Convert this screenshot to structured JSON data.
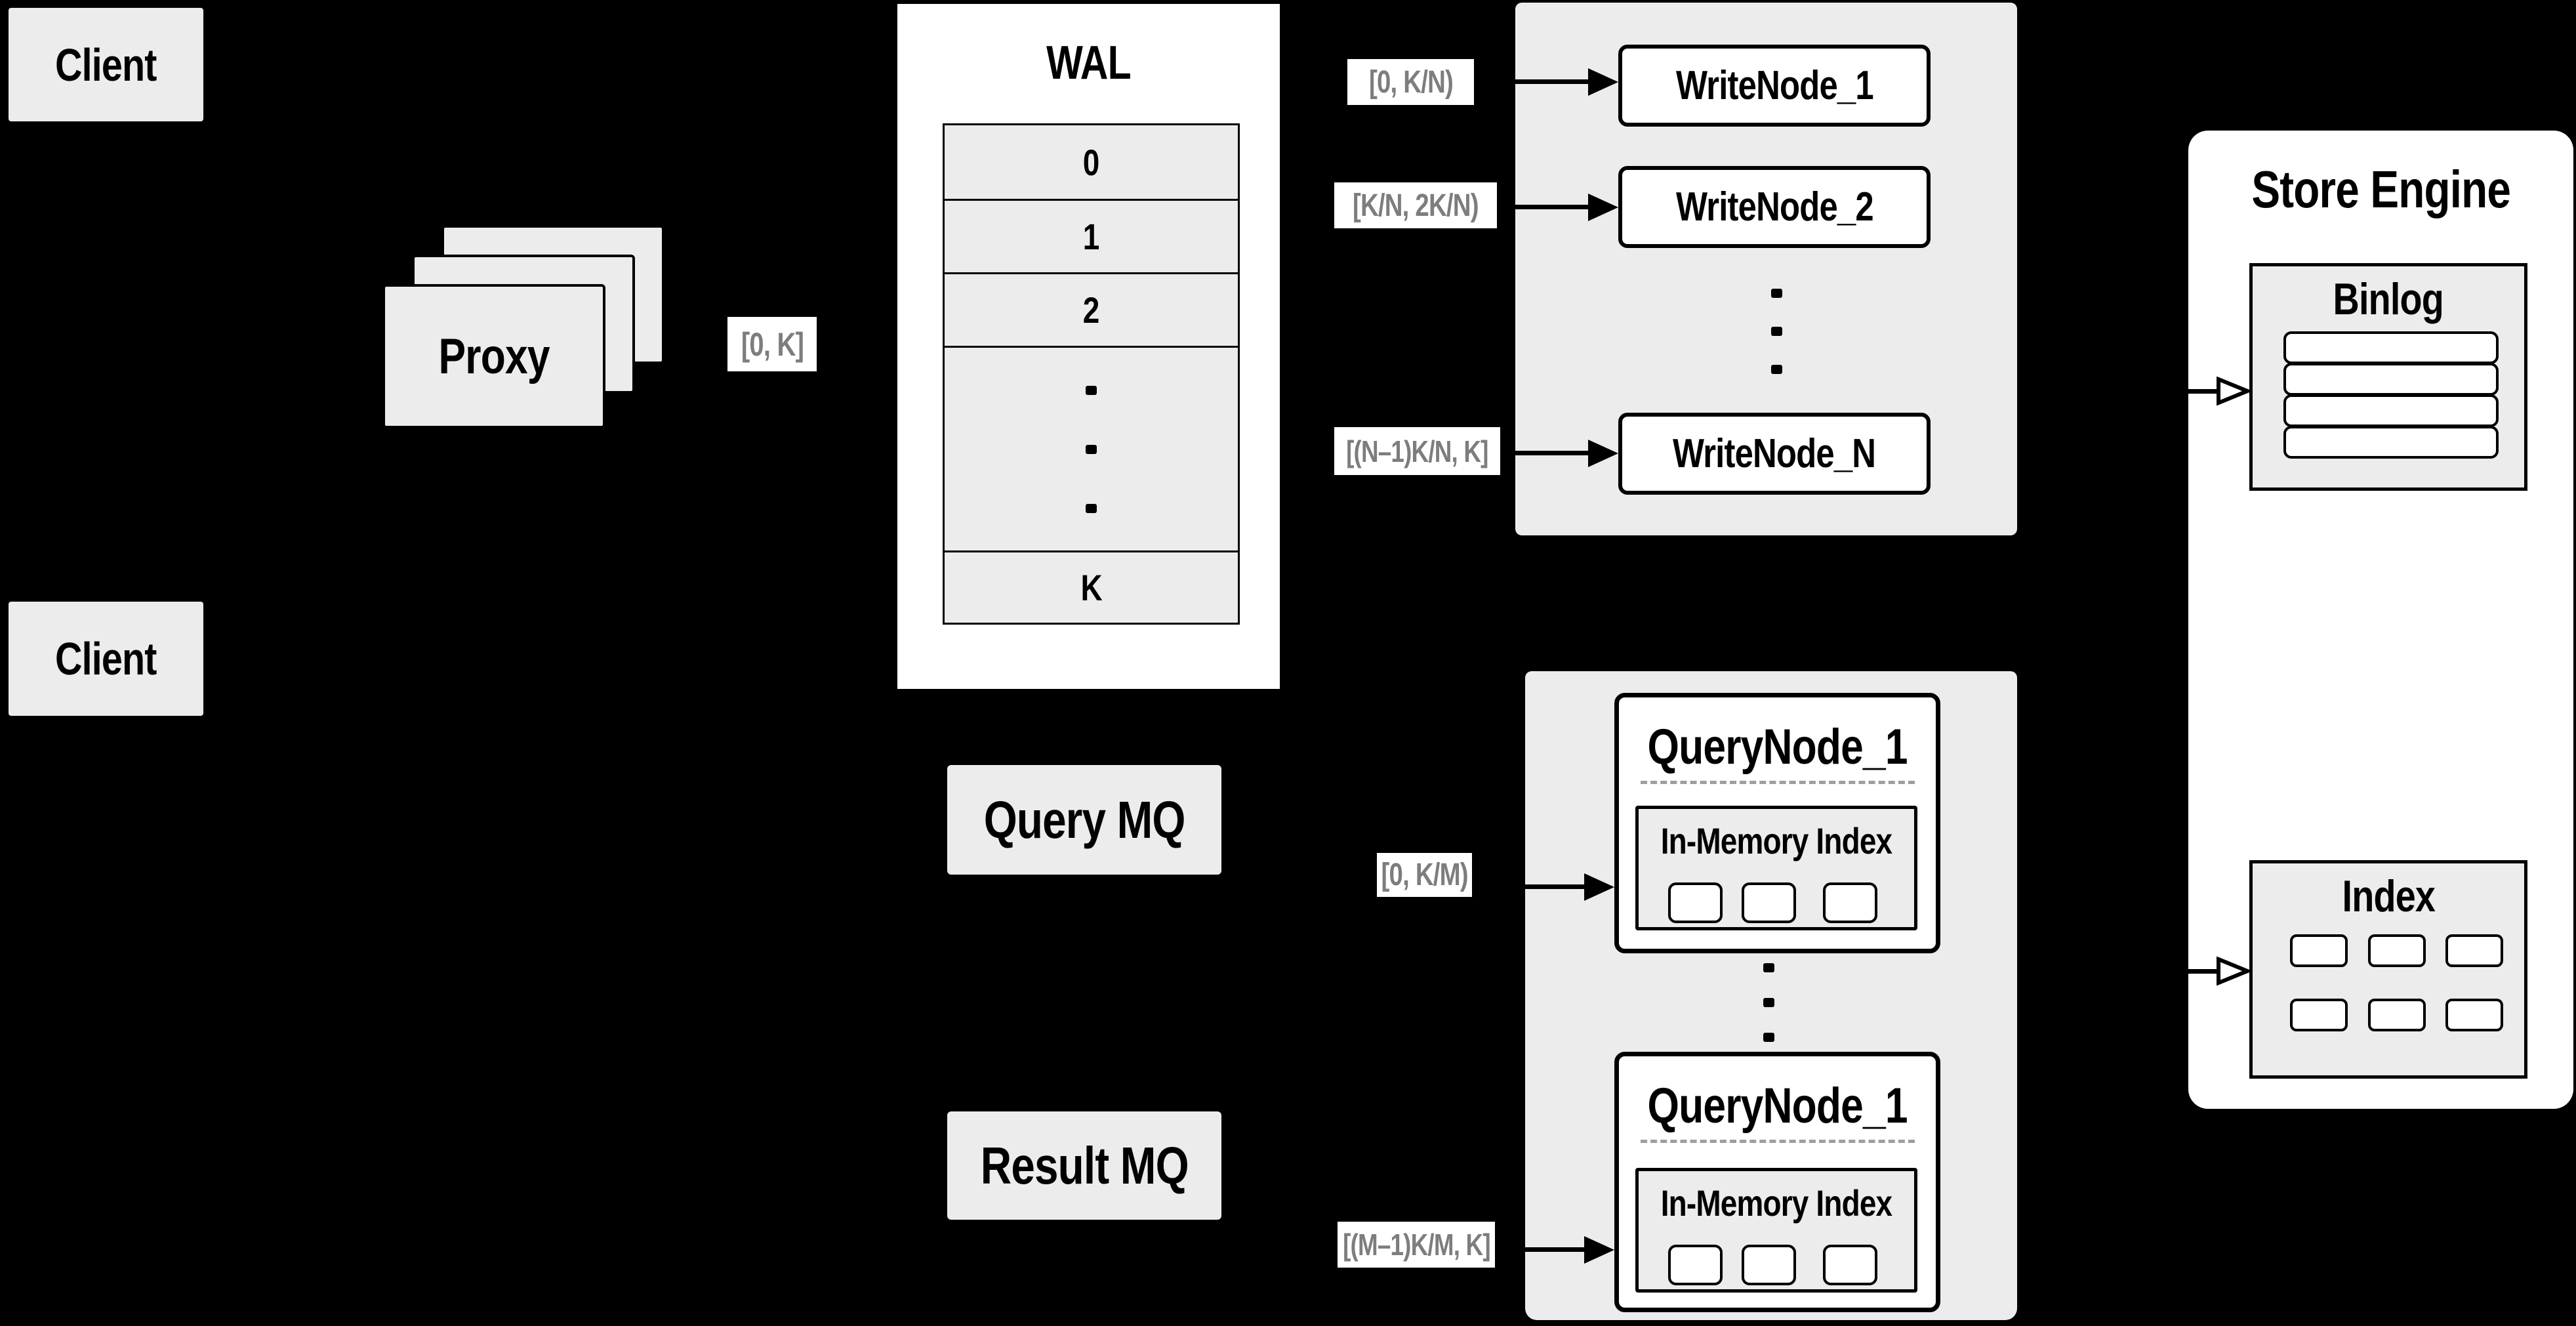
{
  "colors": {
    "background": "#000000",
    "panel_fill": "#ececec",
    "node_fill": "#ffffff",
    "line_color": "#000000",
    "range_text": "#7d7d7d"
  },
  "clients": [
    {
      "label": "Client"
    },
    {
      "label": "Client"
    }
  ],
  "proxy": {
    "label": "Proxy"
  },
  "wal": {
    "title": "WAL",
    "segments": [
      "0",
      "1",
      "2"
    ],
    "last_segment": "K"
  },
  "ranges": {
    "proxy": "[0, K]",
    "write": [
      "[0,  K/N)",
      "[K/N, 2K/N)",
      "[(N–1)K/N,  K]"
    ],
    "query": [
      "[0, K/M)",
      "[(M–1)K/M, K]"
    ]
  },
  "write_nodes": [
    "WriteNode_1",
    "WriteNode_2",
    "WriteNode_N"
  ],
  "query_nodes": [
    {
      "title": "QueryNode_1",
      "subtitle": "In-Memory Index"
    },
    {
      "title": "QueryNode_1",
      "subtitle": "In-Memory Index"
    }
  ],
  "mq": {
    "query": "Query MQ",
    "result": "Result MQ"
  },
  "store": {
    "title": "Store Engine",
    "binlog": "Binlog",
    "index": "Index"
  }
}
